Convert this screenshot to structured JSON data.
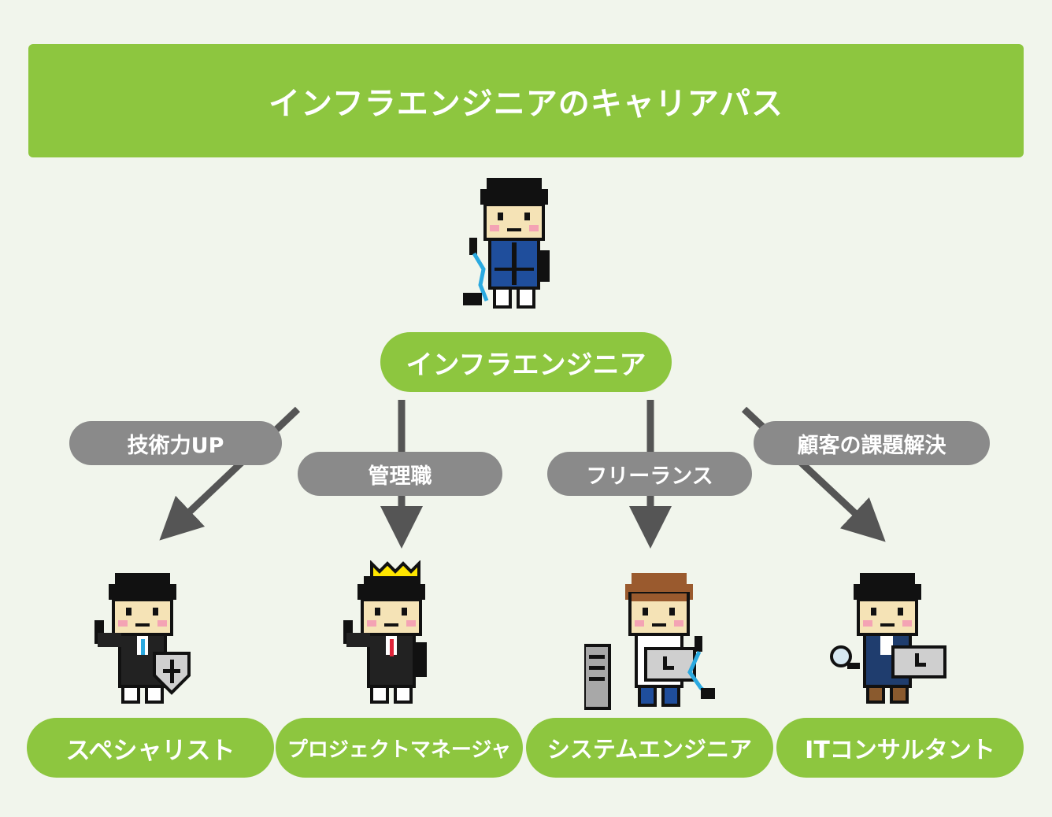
{
  "diagram": {
    "title": "インフラエンジニアのキャリアパス",
    "root": {
      "label": "インフラエンジニア",
      "character": "network-engineer-character"
    },
    "edges": [
      {
        "label": "技術力UP"
      },
      {
        "label": "管理職"
      },
      {
        "label": "フリーランス"
      },
      {
        "label": "顧客の課題解決"
      }
    ],
    "leaves": [
      {
        "label": "スペシャリスト",
        "character": "specialist-with-shield-character"
      },
      {
        "label": "プロジェクトマネージャ",
        "character": "manager-with-crown-character"
      },
      {
        "label": "システムエンジニア",
        "character": "system-engineer-with-laptop-character"
      },
      {
        "label": "ITコンサルタント",
        "character": "consultant-with-magnifier-character"
      }
    ],
    "colors": {
      "background": "#f1f5ec",
      "accent_green": "#8dc63f",
      "label_gray": "#8a8a8a",
      "arrow_gray": "#555555"
    }
  }
}
